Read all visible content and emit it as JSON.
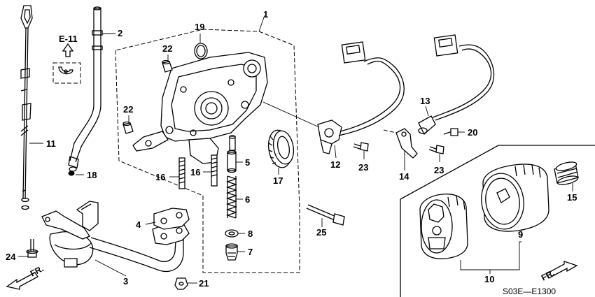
{
  "diagram": {
    "callouts": {
      "c1": "1",
      "c2": "2",
      "c3": "3",
      "c4": "4",
      "c5": "5",
      "c6": "6",
      "c7": "7",
      "c8": "8",
      "c9": "9",
      "c10": "10",
      "c11": "11",
      "c12": "12",
      "c13": "13",
      "c14": "14",
      "c15": "15",
      "c16a": "16",
      "c16b": "16",
      "c17": "17",
      "c18": "18",
      "c19": "19",
      "c20": "20",
      "c21": "21",
      "c22a": "22",
      "c22b": "22",
      "c23a": "23",
      "c23b": "23",
      "c24": "24",
      "c25": "25"
    },
    "reference": "E-11",
    "fr_left": "FR.",
    "fr_right": "FR.",
    "figure_code": "S03E—E1300"
  }
}
